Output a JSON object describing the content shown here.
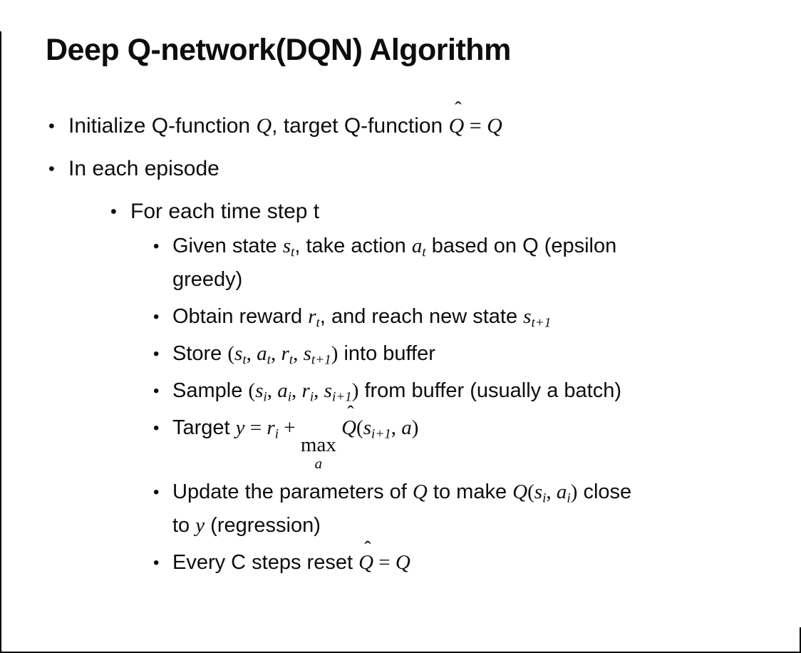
{
  "slide": {
    "title": "Deep Q-network(DQN) Algorithm",
    "bullet_char": "•",
    "text_color": "#0d0d0d",
    "background_color": "#ffffff",
    "frame_color": "#000000",
    "bullets": [
      {
        "level": 1,
        "segments": [
          {
            "k": "t",
            "v": "Initialize Q-function "
          },
          {
            "k": "m",
            "v": "Q"
          },
          {
            "k": "t",
            "v": ", target Q-function "
          },
          {
            "k": "mhat",
            "v": "Q"
          },
          {
            "k": "mo",
            "v": " = "
          },
          {
            "k": "m",
            "v": "Q"
          }
        ]
      },
      {
        "level": 1,
        "segments": [
          {
            "k": "t",
            "v": "In each episode"
          }
        ]
      },
      {
        "level": 2,
        "segments": [
          {
            "k": "t",
            "v": "For each time step t"
          }
        ]
      },
      {
        "level": 3,
        "segments": [
          {
            "k": "t",
            "v": "Given state "
          },
          {
            "k": "msub",
            "v": "s",
            "sub": "t"
          },
          {
            "k": "t",
            "v": ", take action "
          },
          {
            "k": "msub",
            "v": "a",
            "sub": "t"
          },
          {
            "k": "t",
            "v": " based on Q (epsilon"
          },
          {
            "k": "br"
          },
          {
            "k": "t",
            "v": "greedy)"
          }
        ]
      },
      {
        "level": 3,
        "segments": [
          {
            "k": "t",
            "v": "Obtain reward "
          },
          {
            "k": "msub",
            "v": "r",
            "sub": "t"
          },
          {
            "k": "t",
            "v": ", and reach new state "
          },
          {
            "k": "msub",
            "v": "s",
            "sub": "t+1"
          }
        ]
      },
      {
        "level": 3,
        "segments": [
          {
            "k": "t",
            "v": "Store "
          },
          {
            "k": "mo",
            "v": "("
          },
          {
            "k": "msub",
            "v": "s",
            "sub": "t"
          },
          {
            "k": "mo",
            "v": ", "
          },
          {
            "k": "msub",
            "v": "a",
            "sub": "t"
          },
          {
            "k": "mo",
            "v": ", "
          },
          {
            "k": "msub",
            "v": "r",
            "sub": "t"
          },
          {
            "k": "mo",
            "v": ", "
          },
          {
            "k": "msub",
            "v": "s",
            "sub": "t+1"
          },
          {
            "k": "mo",
            "v": ")"
          },
          {
            "k": "t",
            "v": " into buffer"
          }
        ]
      },
      {
        "level": 3,
        "segments": [
          {
            "k": "t",
            "v": "Sample "
          },
          {
            "k": "mo",
            "v": "("
          },
          {
            "k": "msub",
            "v": "s",
            "sub": "i"
          },
          {
            "k": "mo",
            "v": ", "
          },
          {
            "k": "msub",
            "v": "a",
            "sub": "i"
          },
          {
            "k": "mo",
            "v": ", "
          },
          {
            "k": "msub",
            "v": "r",
            "sub": "i"
          },
          {
            "k": "mo",
            "v": ", "
          },
          {
            "k": "msub",
            "v": "s",
            "sub": "i+1"
          },
          {
            "k": "mo",
            "v": ")"
          },
          {
            "k": "t",
            "v": " from buffer (usually a batch)"
          }
        ]
      },
      {
        "level": 3,
        "segments": [
          {
            "k": "t",
            "v": "Target "
          },
          {
            "k": "m",
            "v": "y"
          },
          {
            "k": "mo",
            "v": " = "
          },
          {
            "k": "msub",
            "v": "r",
            "sub": "i"
          },
          {
            "k": "mo",
            "v": " + "
          },
          {
            "k": "max",
            "v": "max",
            "under": "a"
          },
          {
            "k": "mo",
            "v": " "
          },
          {
            "k": "mhat",
            "v": "Q"
          },
          {
            "k": "mo",
            "v": "("
          },
          {
            "k": "msub",
            "v": "s",
            "sub": "i+1"
          },
          {
            "k": "mo",
            "v": ", "
          },
          {
            "k": "m",
            "v": "a"
          },
          {
            "k": "mo",
            "v": ")"
          }
        ]
      },
      {
        "level": 3,
        "segments": [
          {
            "k": "t",
            "v": "Update the parameters of "
          },
          {
            "k": "m",
            "v": "Q"
          },
          {
            "k": "t",
            "v": " to make "
          },
          {
            "k": "m",
            "v": "Q"
          },
          {
            "k": "mo",
            "v": "("
          },
          {
            "k": "msub",
            "v": "s",
            "sub": "i"
          },
          {
            "k": "mo",
            "v": ", "
          },
          {
            "k": "msub",
            "v": "a",
            "sub": "i"
          },
          {
            "k": "mo",
            "v": ")"
          },
          {
            "k": "t",
            "v": " close"
          },
          {
            "k": "br"
          },
          {
            "k": "t",
            "v": "to "
          },
          {
            "k": "m",
            "v": "y"
          },
          {
            "k": "t",
            "v": " (regression)"
          }
        ]
      },
      {
        "level": 3,
        "segments": [
          {
            "k": "t",
            "v": "Every C steps reset "
          },
          {
            "k": "mhat",
            "v": "Q"
          },
          {
            "k": "mo",
            "v": " = "
          },
          {
            "k": "m",
            "v": "Q"
          }
        ]
      }
    ]
  }
}
